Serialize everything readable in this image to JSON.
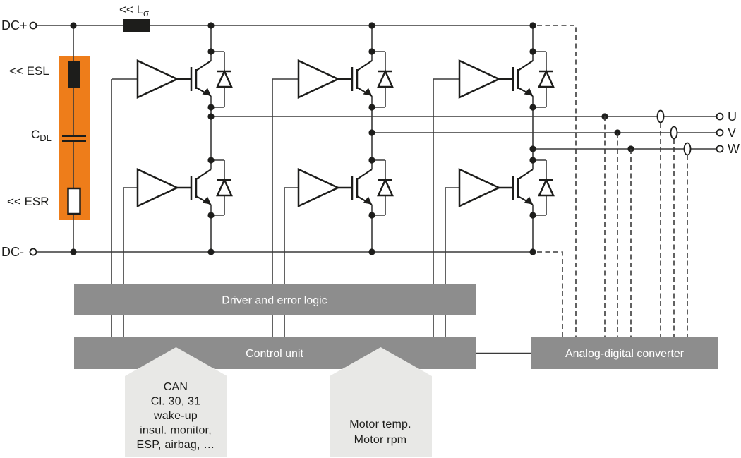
{
  "colors": {
    "orange": "#ee7d1a",
    "box_gray": "#8d8d8d",
    "callout_gray": "#e8e8e6",
    "wire": "#3a3a3a",
    "ink": "#1d1d1b"
  },
  "rails": {
    "dc_plus": "DC+",
    "dc_minus": "DC-"
  },
  "inductor": {
    "main": "<< L",
    "sub": "σ"
  },
  "dc_link": {
    "esl": "<< ESL",
    "cap_main": "C",
    "cap_sub": "DL",
    "esr": "<< ESR"
  },
  "phases": {
    "u": "U",
    "v": "V",
    "w": "W"
  },
  "blocks": {
    "driver": "Driver and error logic",
    "control": "Control unit",
    "adc": "Analog-digital converter"
  },
  "callouts": {
    "can": {
      "lines": [
        "CAN",
        "Cl. 30, 31",
        "wake-up",
        "insul. monitor,",
        "ESP, airbag, …"
      ]
    },
    "motor": {
      "lines": [
        "Motor temp.",
        "Motor rpm"
      ]
    }
  }
}
